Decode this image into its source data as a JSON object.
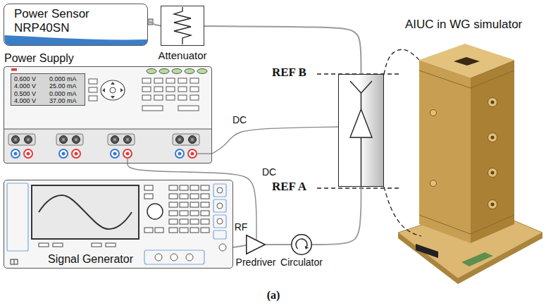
{
  "diagram": {
    "caption": "(a)",
    "nodes": [
      {
        "text": [
          "Power Sensor",
          "NRP40SN"
        ]
      },
      {
        "text": [
          "Attenuator"
        ]
      },
      {
        "text": [
          "AIUC in WG simulator"
        ]
      },
      {
        "text": [
          "Power Supply"
        ]
      },
      {
        "text": [
          "0.600 V",
          "0.000 mA",
          "4.000 V",
          "25.00 mA",
          "0.500 V",
          "0.000 mA",
          "4.000 V",
          "37.00 mA"
        ],
        "in": 3
      },
      {
        "text": [
          "REF B",
          "REF A"
        ]
      },
      {
        "text": [
          "Signal Generator"
        ]
      },
      {
        "text": [
          "Predriver"
        ]
      },
      {
        "text": [
          "Circulator"
        ]
      }
    ],
    "edges": [
      {
        "from": 1,
        "to": 0,
        "arrow": "none"
      },
      {
        "from": 5,
        "to": 1,
        "arrow": "none"
      },
      {
        "from": 3,
        "to": 5,
        "label": "DC",
        "arrow": "none"
      },
      {
        "from": 3,
        "to": 7,
        "label": "DC",
        "arrow": "none"
      },
      {
        "from": 6,
        "to": 7,
        "label": "RF",
        "arrow": "none"
      },
      {
        "from": 7,
        "to": 8,
        "arrow": "none"
      },
      {
        "from": 8,
        "to": 5,
        "arrow": "none"
      },
      {
        "from": 5,
        "to": 2,
        "arrow": "none"
      },
      {
        "from": 5,
        "to": 2,
        "arrow": "none"
      }
    ]
  }
}
